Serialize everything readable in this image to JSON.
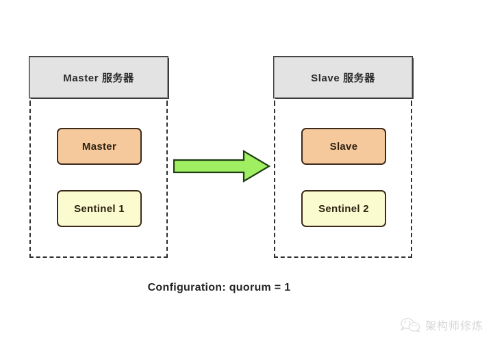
{
  "diagram": {
    "title_caption": "Configuration: quorum = 1",
    "colors": {
      "header_fill": "#E3E3E3",
      "header_border": "#3A3A3A",
      "node_primary_fill": "#F6C99D",
      "node_sentinel_fill": "#FBFBD0",
      "node_border": "#3B2A1B",
      "arrow_fill": "#A0EE62",
      "arrow_border": "#1C3C12",
      "group_border": "#2E2E2E",
      "background": "#FFFFFF"
    },
    "groups": [
      {
        "id": "master-server",
        "header": "Master 服务器",
        "nodes": [
          {
            "id": "master-node",
            "label": "Master",
            "kind": "primary"
          },
          {
            "id": "sentinel-1-node",
            "label": "Sentinel 1",
            "kind": "sentinel"
          }
        ]
      },
      {
        "id": "slave-server",
        "header": "Slave 服务器",
        "nodes": [
          {
            "id": "slave-node",
            "label": "Slave",
            "kind": "primary"
          },
          {
            "id": "sentinel-2-node",
            "label": "Sentinel 2",
            "kind": "sentinel"
          }
        ]
      }
    ],
    "connector": {
      "id": "replication-arrow",
      "icon": "right-arrow-icon",
      "direction": "left-to-right",
      "from": "master-server",
      "to": "slave-server"
    }
  },
  "watermark": {
    "icon": "wechat-logo-icon",
    "text": "架构师修炼"
  }
}
